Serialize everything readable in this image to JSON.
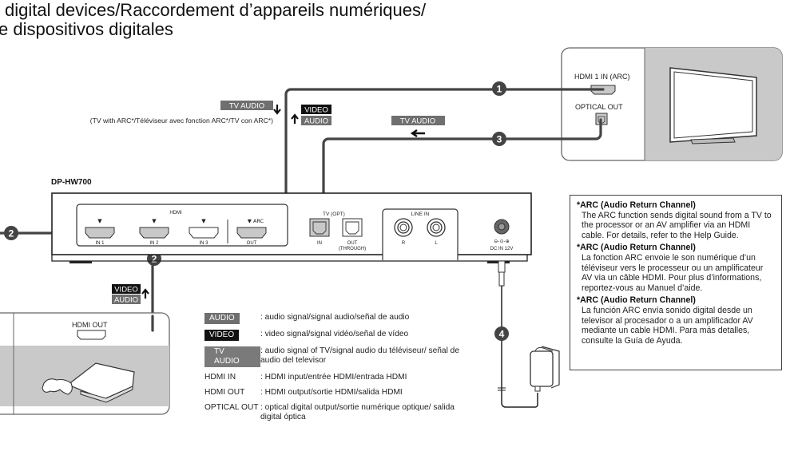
{
  "title": {
    "line1": "digital devices/Raccordement d’appareils numériques/",
    "line2": "e dispositivos digitales"
  },
  "colors": {
    "wire": "#444444",
    "panel_gray": "#c9c9c9",
    "video_badge": "#111111",
    "audio_badge": "#6f6f6f",
    "tv_audio_badge": "#7a7a7a"
  },
  "signals": {
    "tv_audio": "TV AUDIO",
    "video": "VIDEO",
    "audio": "AUDIO",
    "arc_caption": "(TV with ARC*/Téléviseur avec fonction ARC*/TV con ARC*)"
  },
  "tv": {
    "hdmi_label": "HDMI 1 IN (ARC)",
    "optical_label": "OPTICAL OUT"
  },
  "device": {
    "model": "DP-HW700",
    "hdmi_group": "HDMI",
    "ports": [
      "IN 1",
      "IN 2",
      "IN 3",
      "OUT"
    ],
    "arc_mark": "▼ ARC",
    "tv_opt": "TV (OPT)",
    "opt_in": "IN",
    "opt_out_1": "OUT",
    "opt_out_2": "(THROUGH)",
    "line_in": "LINE IN",
    "line_r": "R",
    "line_l": "L",
    "dc_in": "DC IN 12V"
  },
  "player": {
    "hdmi_out_label": "HDMI OUT"
  },
  "steps": [
    "1",
    "2",
    "2",
    "3",
    "4"
  ],
  "legend": [
    {
      "key": "AUDIO",
      "style": "audio",
      "desc": ": audio signal/signal audio/señal de audio"
    },
    {
      "key": "VIDEO",
      "style": "video",
      "desc": ": video signal/signal vidéo/señal de vídeo"
    },
    {
      "key": "TV AUDIO",
      "style": "tvaudio",
      "desc": ": audio signal of TV/signal audio du téléviseur/ señal de audio del televisor"
    },
    {
      "key": "HDMI IN",
      "style": "plain",
      "desc": ": HDMI input/entrée HDMI/entrada HDMI"
    },
    {
      "key": "HDMI OUT",
      "style": "plain",
      "desc": ": HDMI output/sortie HDMI/salida HDMI"
    },
    {
      "key": "OPTICAL OUT",
      "style": "plain",
      "desc": ": optical digital output/sortie numérique optique/ salida digital óptica"
    }
  ],
  "notes": [
    {
      "head": "*ARC (Audio Return Channel)",
      "body": "The ARC function sends digital sound from a TV to the processor or an AV amplifier via an HDMI cable. For details, refer to the Help Guide."
    },
    {
      "head": "*ARC (Audio Return Channel)",
      "body": "La fonction ARC envoie le son numérique d’un téléviseur vers le processeur ou un amplificateur AV via un câble HDMI. Pour plus d’informations, reportez-vous au Manuel d’aide."
    },
    {
      "head": "*ARC (Audio Return Channel)",
      "body": "La función ARC envía sonido digital desde un televisor al procesador o a un amplificador AV mediante un cable HDMI. Para más detalles, consulte la Guía de Ayuda."
    }
  ]
}
